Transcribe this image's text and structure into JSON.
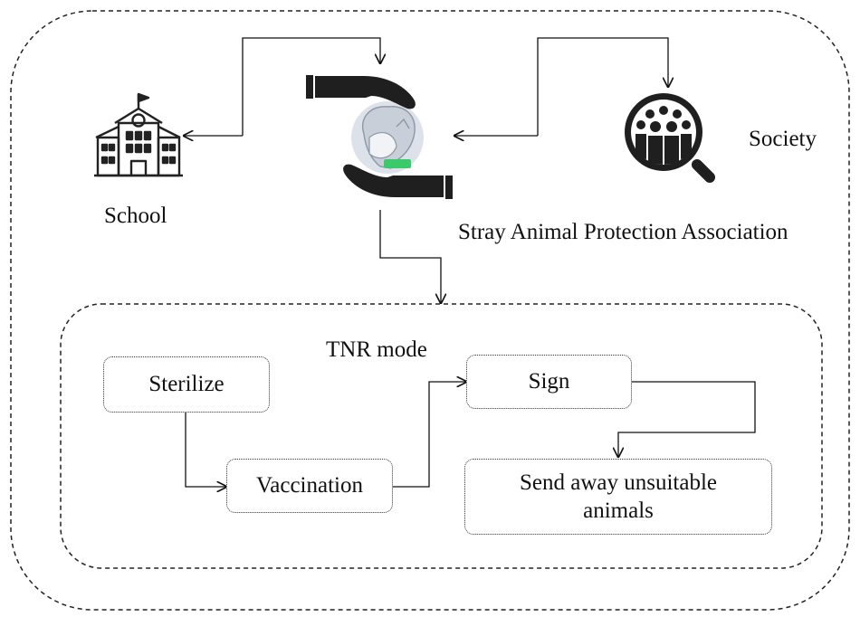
{
  "diagram": {
    "nodes": {
      "school": "School",
      "society": "Society",
      "association": "Stray Animal Protection Association",
      "tnr_title": "TNR mode",
      "sterilize": "Sterilize",
      "vaccination": "Vaccination",
      "sign": "Sign",
      "send_away": "Send away unsuitable animals"
    },
    "icons": {
      "school": "school-building-icon",
      "society": "crowd-magnifier-icon",
      "association": "hands-protecting-animals-icon"
    },
    "edges": [
      [
        "school",
        "association"
      ],
      [
        "association",
        "school"
      ],
      [
        "society",
        "association"
      ],
      [
        "association",
        "society"
      ],
      [
        "association",
        "tnr_title"
      ],
      [
        "sterilize",
        "vaccination"
      ],
      [
        "vaccination",
        "sign"
      ],
      [
        "sign",
        "send_away"
      ]
    ],
    "colors": {
      "icon": "#222222",
      "accent_cash": "#3cc96a",
      "animal_fill": "#d8dde6"
    }
  }
}
